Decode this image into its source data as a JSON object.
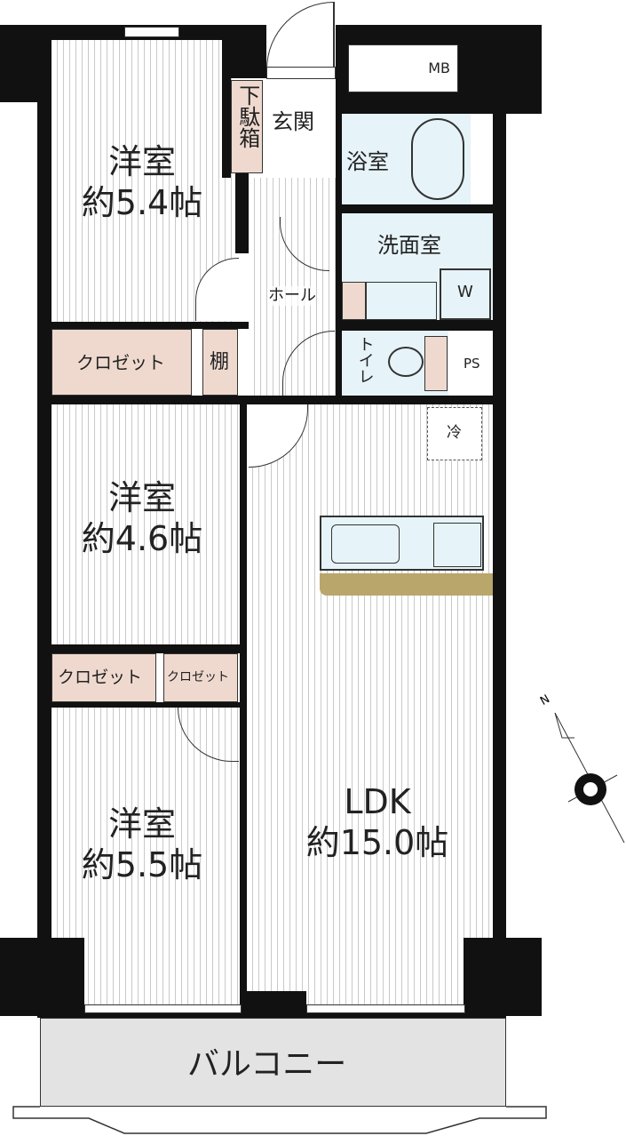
{
  "rooms": {
    "western1": {
      "name": "洋室",
      "size": "約5.4帖"
    },
    "western2": {
      "name": "洋室",
      "size": "約4.6帖"
    },
    "western3": {
      "name": "洋室",
      "size": "約5.5帖"
    },
    "ldk": {
      "name": "LDK",
      "size": "約15.0帖"
    },
    "entrance": "玄関",
    "shoe_cabinet": "下駄箱",
    "bathroom": "浴室",
    "washroom": "洗面室",
    "hall": "ホール",
    "toilet": "トイレ",
    "closet1": "クロゼット",
    "shelf": "棚",
    "closet2": "クロゼット",
    "closet3": "クロゼット",
    "mb": "MB",
    "ps": "PS",
    "washer": "W",
    "fridge": "冷",
    "balcony": "バルコニー"
  },
  "compass": {
    "north_label": "N"
  },
  "colors": {
    "wall": "#111111",
    "storage": "#efd9cf",
    "wet_area": "#e6f3f8",
    "counter": "#b9a66b",
    "balcony": "#e3e3e3"
  }
}
